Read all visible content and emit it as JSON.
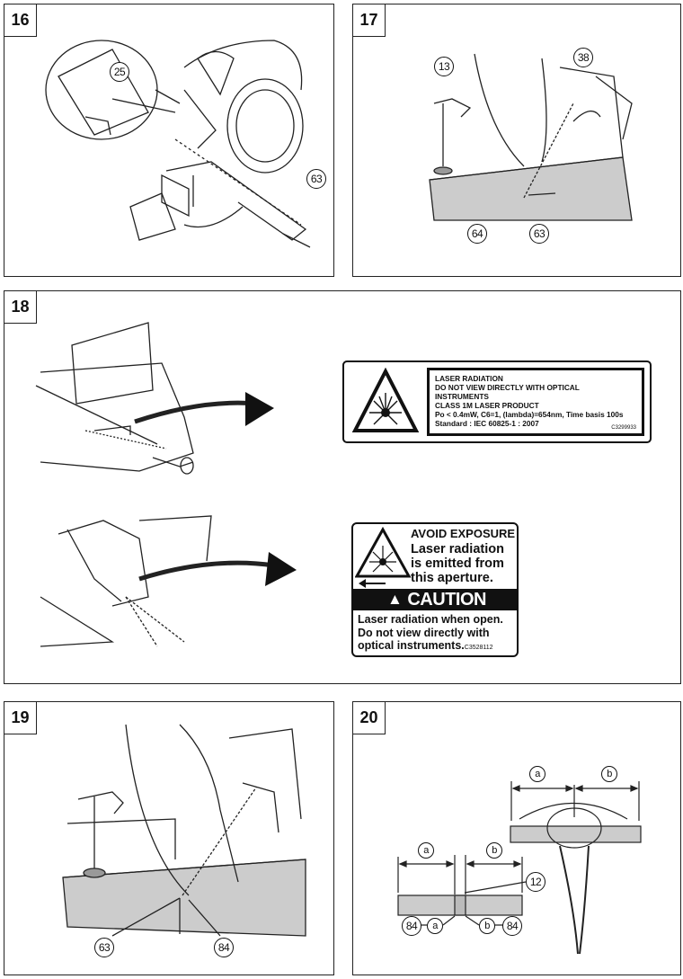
{
  "panels": [
    {
      "number": "16",
      "callouts": [
        "25",
        "63"
      ]
    },
    {
      "number": "17",
      "callouts": [
        "13",
        "38",
        "64",
        "63"
      ]
    },
    {
      "number": "18"
    },
    {
      "number": "19",
      "callouts": [
        "63",
        "84"
      ]
    },
    {
      "number": "20",
      "callouts": [
        "a",
        "b",
        "a",
        "b",
        "12",
        "84",
        "a",
        "b",
        "84"
      ]
    }
  ],
  "laser_label": {
    "lines": [
      "LASER RADIATION",
      "DO NOT VIEW DIRECTLY WITH OPTICAL",
      "INSTRUMENTS",
      "CLASS 1M LASER PRODUCT",
      "Po < 0.4mW, C6=1, (lambda)=654nm, Time basis 100s",
      "Standard : IEC 60825-1 : 2007"
    ],
    "code": "C3299933"
  },
  "caution_label": {
    "header": "AVOID EXPOSURE",
    "lines": [
      "Laser radiation",
      "is emitted from",
      "this aperture."
    ],
    "banner": "CAUTION",
    "body": [
      "Laser radiation when open.",
      "Do not view directly with",
      "optical instruments."
    ],
    "code": "C3528112"
  }
}
